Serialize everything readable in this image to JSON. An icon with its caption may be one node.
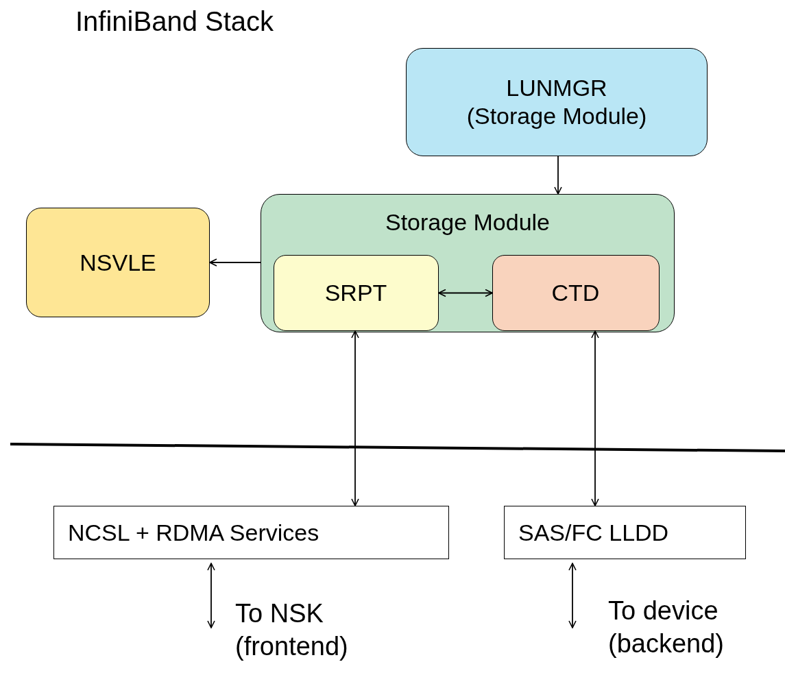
{
  "diagram": {
    "title": "InfiniBand Stack",
    "nodes": [
      {
        "text": [
          "LUNMGR (Storage Module)"
        ]
      },
      {
        "text": [
          "Storage Module"
        ]
      },
      {
        "text": [
          "SRPT"
        ],
        "in": 1
      },
      {
        "text": [
          "CTD"
        ],
        "in": 1
      },
      {
        "text": [
          "NSVLE"
        ]
      },
      {
        "text": [
          "NCSL + RDMA Services"
        ]
      },
      {
        "text": [
          "SAS/FC LLDD"
        ]
      }
    ],
    "edges": [
      {
        "from": 0,
        "to": 1,
        "arrow": "to"
      },
      {
        "from": 1,
        "to": 4,
        "arrow": "to"
      },
      {
        "from": 2,
        "to": 3,
        "arrow": "both"
      },
      {
        "from": 2,
        "to": 5,
        "arrow": "both"
      },
      {
        "from": 3,
        "to": 6,
        "arrow": "both"
      },
      {
        "from": 5,
        "to": null,
        "arrow": "both"
      },
      {
        "from": 6,
        "to": null,
        "arrow": "both"
      }
    ],
    "labels": [
      "To NSK (frontend)",
      "To device (backend)"
    ]
  }
}
